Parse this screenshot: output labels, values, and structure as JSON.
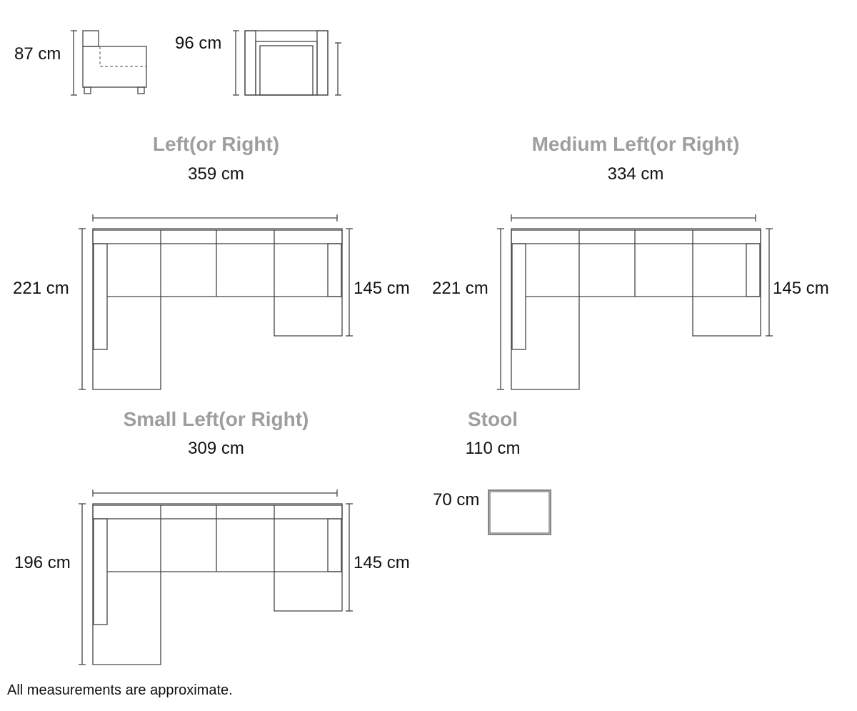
{
  "profile_views": {
    "side_height": "87 cm",
    "front_height": "96 cm"
  },
  "sofas": [
    {
      "title": "Left(or Right)",
      "width": "359 cm",
      "left_depth": "221 cm",
      "right_depth": "145 cm"
    },
    {
      "title": "Medium Left(or Right)",
      "width": "334 cm",
      "left_depth": "221 cm",
      "right_depth": "145 cm"
    },
    {
      "title": "Small Left(or Right)",
      "width": "309 cm",
      "left_depth": "196 cm",
      "right_depth": "145 cm"
    }
  ],
  "stool": {
    "title": "Stool",
    "width": "110 cm",
    "depth": "70 cm"
  },
  "footnote": "All measurements are approximate.",
  "colors": {
    "title": "#9e9e9e",
    "line": "#444444",
    "text": "#111111"
  }
}
